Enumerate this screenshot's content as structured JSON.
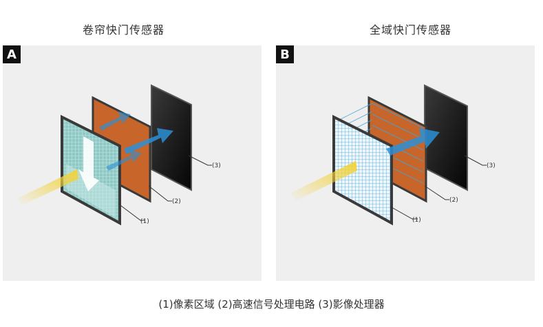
{
  "titles": {
    "left": "卷帘快门传感器",
    "right": "全域快门传感器"
  },
  "panels": {
    "a": {
      "letter": "A",
      "callouts": [
        "(1)",
        "(2)",
        "(3)"
      ]
    },
    "b": {
      "letter": "B",
      "callouts": [
        "(1)",
        "(2)",
        "(3)"
      ]
    }
  },
  "caption": "(1)像素区域  (2)高速信号处理电路  (3)影像处理器",
  "colors": {
    "panel_bg": "#efefef",
    "circuit_orange": "#c8652a",
    "light_beam": "#f3d23a",
    "signal_blue": "#2b8fd6",
    "processor_black": "#141414"
  }
}
